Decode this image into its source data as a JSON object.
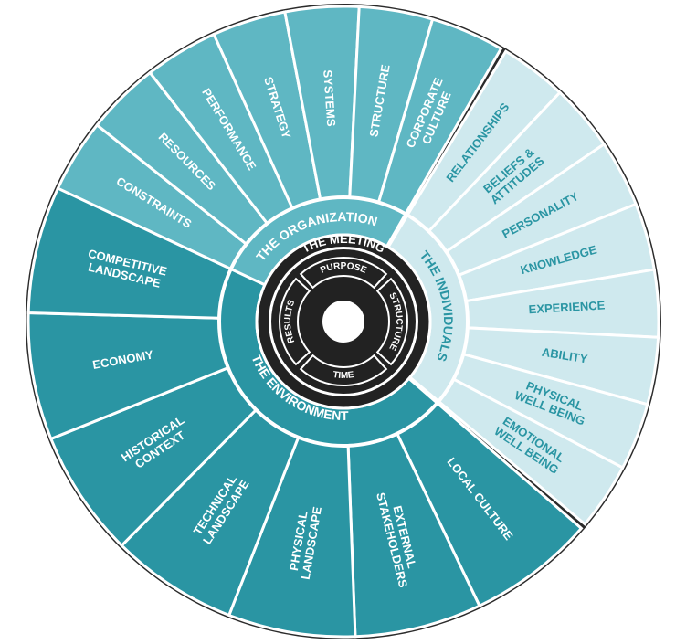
{
  "colors": {
    "organization": "#5fb7c3",
    "environment": "#2a95a3",
    "individuals": "#cfe9ee",
    "individuals_text": "#2a95a3",
    "border": "#2b2b2b",
    "divider": "#ffffff",
    "center": "#222222"
  },
  "groups": {
    "organization": {
      "label": "THE ORGANIZATION",
      "items": [
        "CONSTRAINTS",
        "RESOURCES",
        "PERFORMANCE",
        "STRATEGY",
        "SYSTEMS",
        "STRUCTURE",
        "CORPORATE CULTURE"
      ]
    },
    "individuals": {
      "label": "THE INDIVIDUALS",
      "items": [
        "RELATIONSHIPS",
        "BELIEFS & ATTITUDES",
        "PERSONALITY",
        "KNOWLEDGE",
        "EXPERIENCE",
        "ABILITY",
        "PHYSICAL WELL BEING",
        "EMOTIONAL WELL BEING"
      ]
    },
    "environment": {
      "label": "THE ENVIRONMENT",
      "items": [
        "LOCAL CULTURE",
        "EXTERNAL STAKEHOLDERS",
        "PHYSICAL LANDSCAPE",
        "TECHNICAL LANDSCAPE",
        "HISTORICAL CONTEXT",
        "ECONOMY",
        "COMPETITIVE LANDSCAPE"
      ]
    }
  },
  "meeting": {
    "label": "THE MEETING",
    "quadrants": [
      "PURPOSE",
      "STRUCTURE",
      "TIME",
      "RESULTS"
    ]
  }
}
